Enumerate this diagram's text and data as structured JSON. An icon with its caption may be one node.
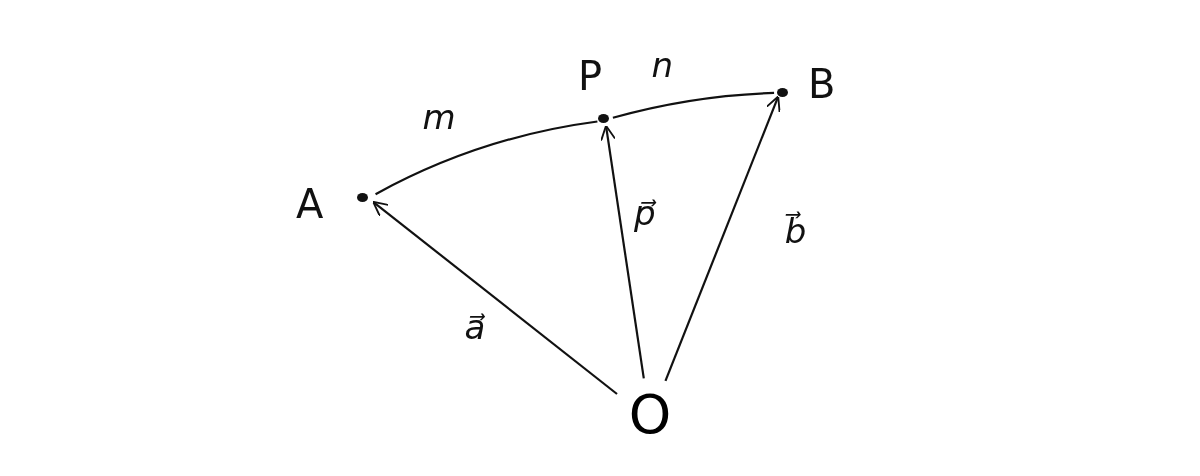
{
  "diagram": {
    "nodes": [
      {
        "text": [
          "A"
        ]
      },
      {
        "text": [
          "P"
        ]
      },
      {
        "text": [
          "B"
        ]
      },
      {
        "text": [
          "O"
        ]
      }
    ],
    "edges": [
      {
        "from": 3,
        "to": 0,
        "arrow": "to",
        "label": "a⃗"
      },
      {
        "from": 3,
        "to": 1,
        "arrow": "to",
        "label": "p⃗"
      },
      {
        "from": 3,
        "to": 2,
        "arrow": "to",
        "label": "b⃗"
      },
      {
        "from": 0,
        "to": 1,
        "arrow": "none",
        "label": "m"
      },
      {
        "from": 1,
        "to": 2,
        "arrow": "none",
        "label": "n"
      }
    ]
  }
}
